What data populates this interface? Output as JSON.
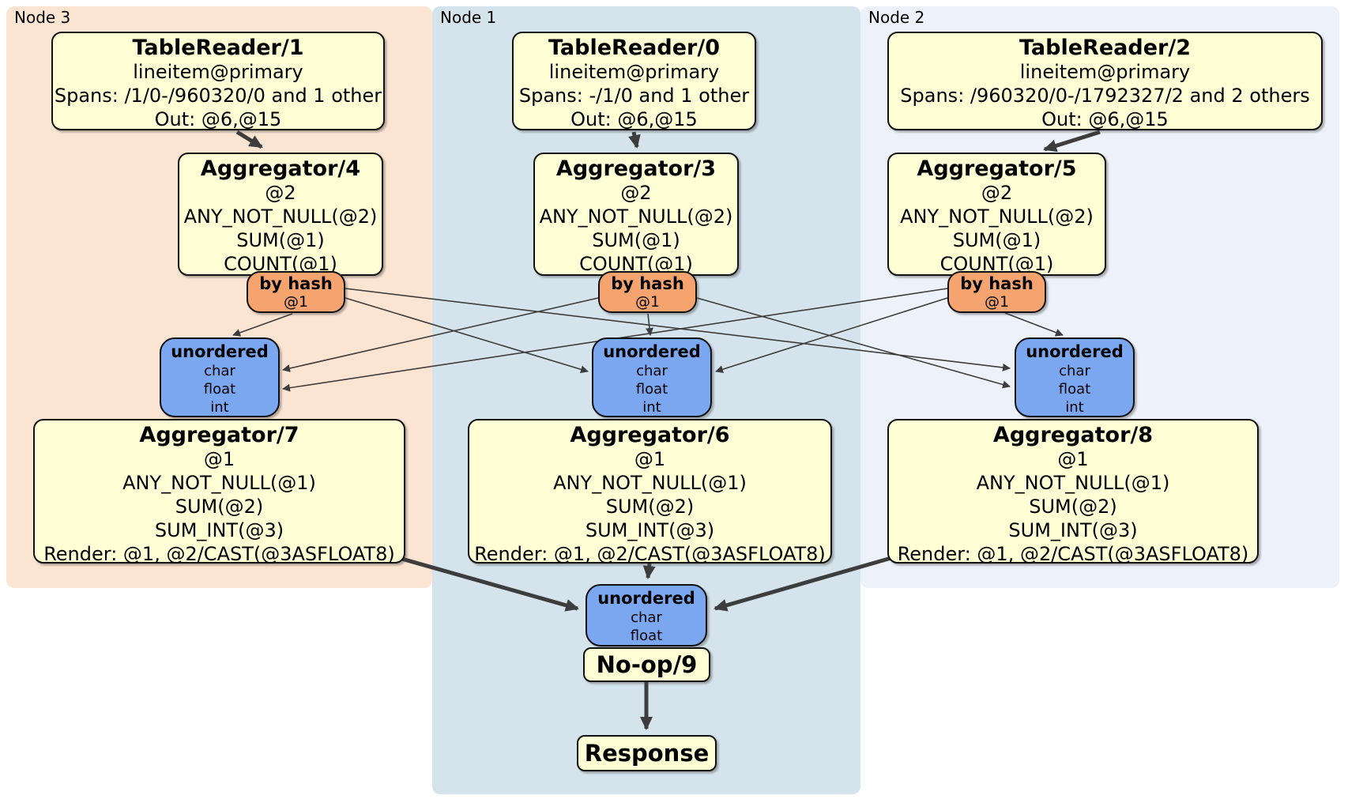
{
  "panels": {
    "node3": {
      "label": "Node 3"
    },
    "node1": {
      "label": "Node 1"
    },
    "node2": {
      "label": "Node 2"
    }
  },
  "processors": {
    "tr1": {
      "title": "TableReader/1",
      "lines": [
        "lineitem@primary",
        "Spans: /1/0-/960320/0 and 1 other",
        "Out: @6,@15"
      ]
    },
    "tr0": {
      "title": "TableReader/0",
      "lines": [
        "lineitem@primary",
        "Spans: -/1/0 and 1 other",
        "Out: @6,@15"
      ]
    },
    "tr2": {
      "title": "TableReader/2",
      "lines": [
        "lineitem@primary",
        "Spans: /960320/0-/1792327/2 and 2 others",
        "Out: @6,@15"
      ]
    },
    "agg4": {
      "title": "Aggregator/4",
      "lines": [
        "@2",
        "ANY_NOT_NULL(@2)",
        "SUM(@1)",
        "COUNT(@1)"
      ]
    },
    "agg3": {
      "title": "Aggregator/3",
      "lines": [
        "@2",
        "ANY_NOT_NULL(@2)",
        "SUM(@1)",
        "COUNT(@1)"
      ]
    },
    "agg5": {
      "title": "Aggregator/5",
      "lines": [
        "@2",
        "ANY_NOT_NULL(@2)",
        "SUM(@1)",
        "COUNT(@1)"
      ]
    },
    "agg7": {
      "title": "Aggregator/7",
      "lines": [
        "@1",
        "ANY_NOT_NULL(@1)",
        "SUM(@2)",
        "SUM_INT(@3)",
        "Render: @1, @2/CAST(@3ASFLOAT8)"
      ]
    },
    "agg6": {
      "title": "Aggregator/6",
      "lines": [
        "@1",
        "ANY_NOT_NULL(@1)",
        "SUM(@2)",
        "SUM_INT(@3)",
        "Render: @1, @2/CAST(@3ASFLOAT8)"
      ]
    },
    "agg8": {
      "title": "Aggregator/8",
      "lines": [
        "@1",
        "ANY_NOT_NULL(@1)",
        "SUM(@2)",
        "SUM_INT(@3)",
        "Render: @1, @2/CAST(@3ASFLOAT8)"
      ]
    },
    "noop": {
      "title": "No-op/9"
    },
    "response": {
      "title": "Response"
    }
  },
  "routers": {
    "byhash": {
      "title": "by hash",
      "lines": [
        "@1"
      ]
    }
  },
  "streams": {
    "unordered3": {
      "title": "unordered",
      "lines": [
        "char",
        "float",
        "int"
      ]
    },
    "unordered2": {
      "title": "unordered",
      "lines": [
        "char",
        "float"
      ]
    }
  },
  "colors": {
    "node3_bg": "#fce4d3",
    "node1_bg": "#d5e3ec",
    "node2_bg": "#edf2fa",
    "processor_bg": "#ffffd6",
    "router_bg": "#f5a470",
    "stream_bg": "#7ba6f0",
    "edge": "#3d3d3d"
  }
}
